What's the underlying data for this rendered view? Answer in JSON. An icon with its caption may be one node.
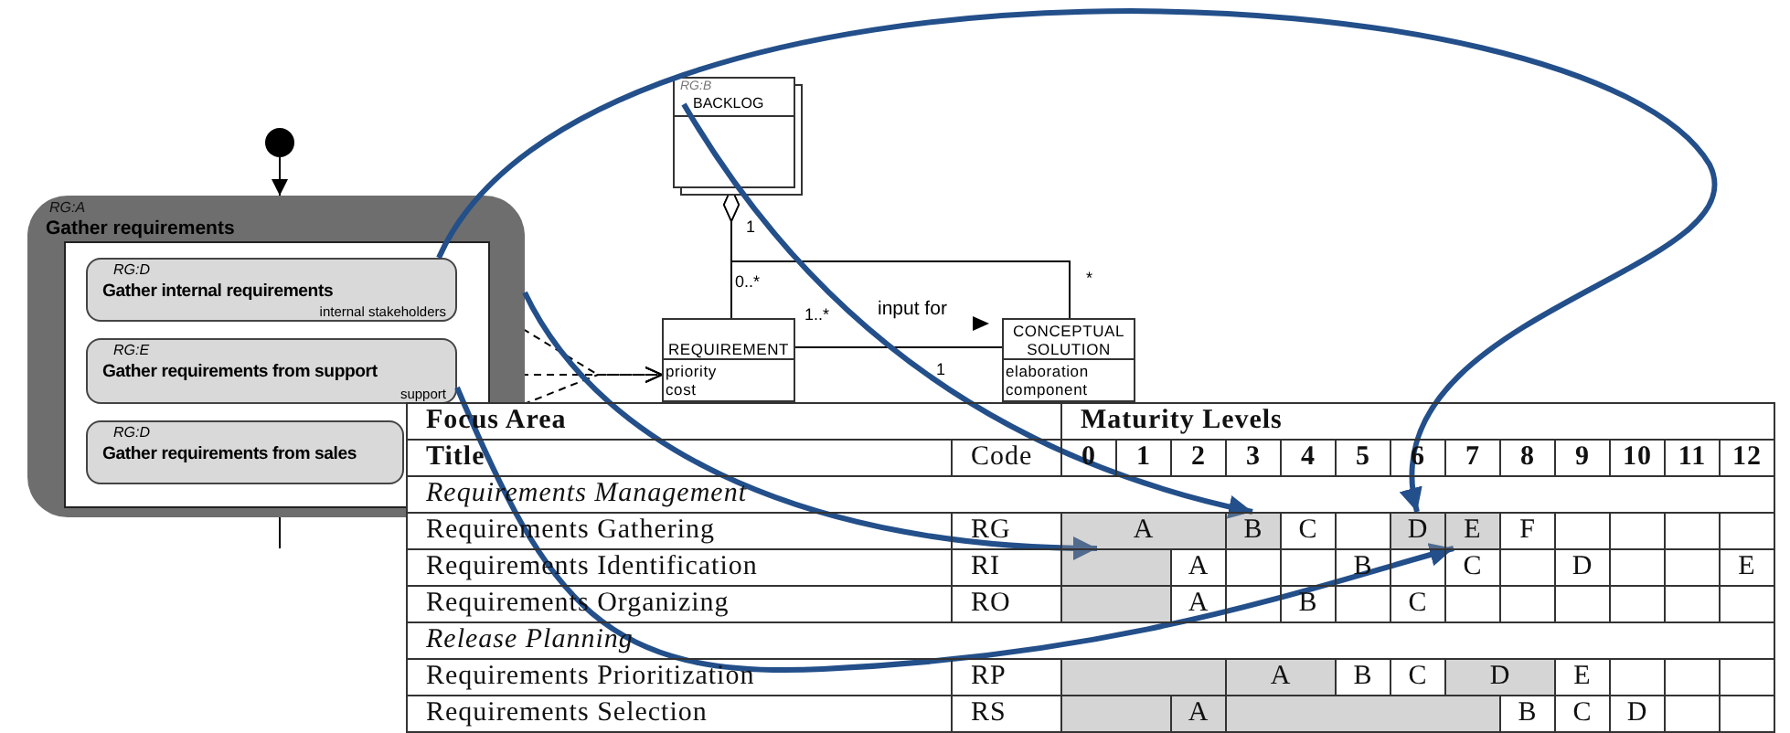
{
  "diagram": {
    "nodes": [
      {
        "text": [],
        "shape": "circle"
      },
      {
        "text": [
          "RG:A",
          "Gather requirements"
        ]
      },
      {
        "text": [
          "RG:D",
          "Gather internal requirements",
          "internal stakeholders"
        ],
        "in": 1
      },
      {
        "text": [
          "RG:E",
          "Gather requirements from support",
          "support"
        ],
        "in": 1
      },
      {
        "text": [
          "RG:D",
          "Gather requirements from sales"
        ],
        "in": 1
      },
      {
        "text": [
          "RG:B",
          "BACKLOG"
        ]
      },
      {
        "text": [
          "REQUIREMENT",
          "priority",
          "cost"
        ]
      },
      {
        "text": [
          "CONCEPTUAL SOLUTION",
          "elaboration",
          "component"
        ]
      },
      {
        "text": [
          "A"
        ]
      },
      {
        "text": [
          "B"
        ]
      },
      {
        "text": [
          "D"
        ]
      },
      {
        "text": [
          "E"
        ]
      }
    ],
    "edges": [
      {
        "from": 0,
        "to": 1,
        "arrow": "to"
      },
      {
        "from": 1,
        "to": null,
        "arrow": "none"
      },
      {
        "from": 2,
        "to": 6,
        "arrow": "to",
        "style": "dashed"
      },
      {
        "from": 3,
        "to": 6,
        "arrow": "to",
        "style": "dashed"
      },
      {
        "from": 4,
        "to": 6,
        "arrow": "to",
        "style": "dashed"
      },
      {
        "from": 5,
        "to": 6,
        "arrow": "other"
      },
      {
        "from": 5,
        "to": 7,
        "arrow": "other"
      },
      {
        "from": 6,
        "to": 7,
        "arrow": "none",
        "label": "input for"
      },
      {
        "from": 1,
        "to": 8,
        "arrow": "to",
        "style": "thick",
        "color": "#234f8a"
      },
      {
        "from": 5,
        "to": 9,
        "arrow": "to",
        "style": "thick",
        "color": "#234f8a"
      },
      {
        "from": 2,
        "to": 10,
        "arrow": "to",
        "style": "thick",
        "color": "#234f8a"
      },
      {
        "from": 3,
        "to": 11,
        "arrow": "to",
        "style": "thick",
        "color": "#234f8a"
      }
    ],
    "labels": [
      "1",
      "*",
      "0..*",
      "1..*",
      "1",
      "Focus Area",
      "Maturity Levels",
      "Title",
      "Code",
      "0",
      "1",
      "2",
      "3",
      "4",
      "5",
      "6",
      "7",
      "8",
      "9",
      "10",
      "11",
      "12",
      "Requirements Management",
      "Requirements Gathering",
      "RG",
      "C",
      "F",
      "Requirements Identification",
      "RI",
      "A",
      "B",
      "C",
      "D",
      "E",
      "Requirements Organizing",
      "RO",
      "A",
      "B",
      "C",
      "Release Planning",
      "Requirements Prioritization",
      "RP",
      "A",
      "B",
      "C",
      "D",
      "E",
      "Requirements Selection",
      "RS",
      "A",
      "B",
      "C",
      "D"
    ]
  }
}
